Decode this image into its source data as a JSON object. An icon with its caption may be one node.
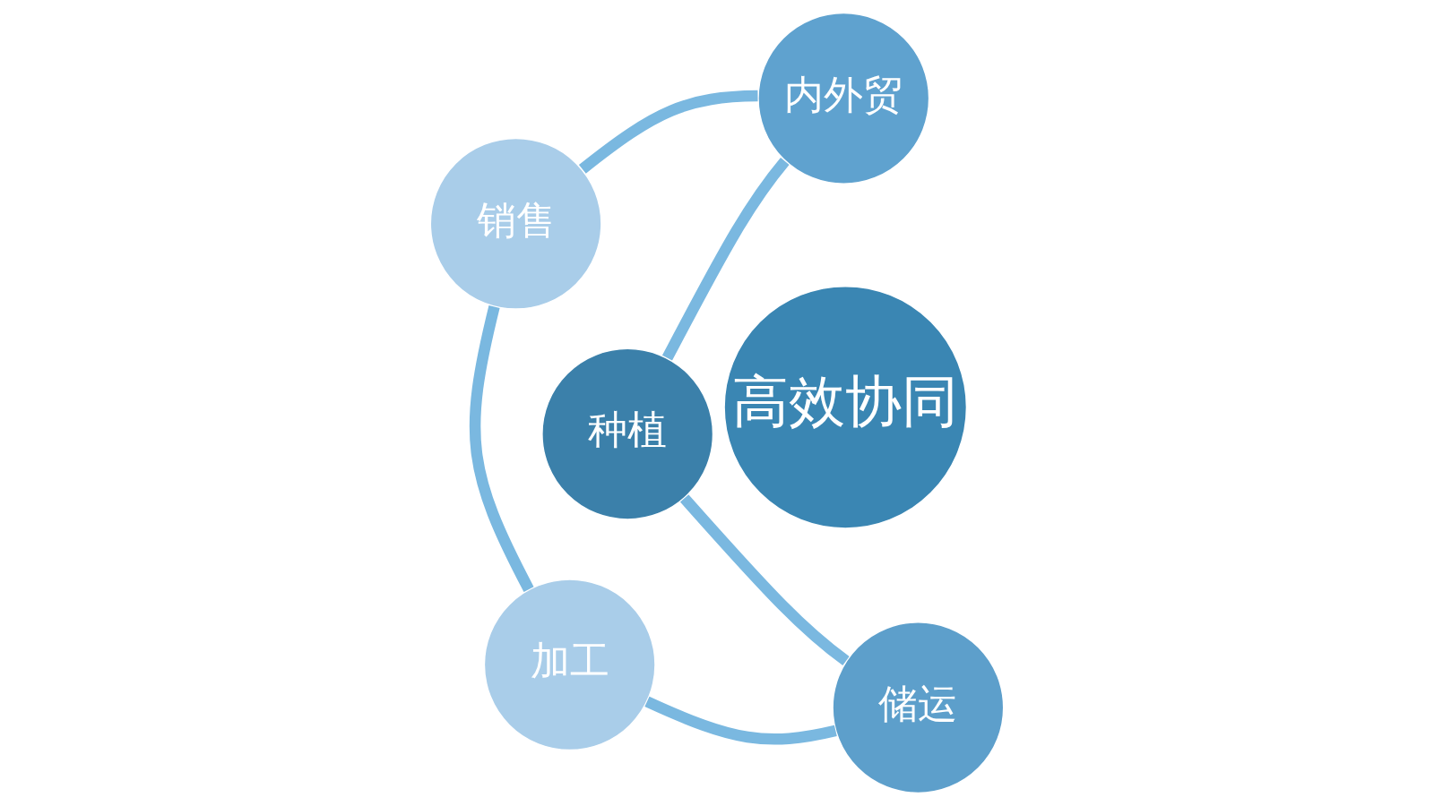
{
  "diagram": {
    "nodes": [
      {
        "text": [
          "种植"
        ]
      },
      {
        "text": [
          "储运"
        ]
      },
      {
        "text": [
          "加工"
        ]
      },
      {
        "text": [
          "销售"
        ]
      },
      {
        "text": [
          "内外贸"
        ]
      },
      {
        "text": [
          "高效协同"
        ]
      }
    ],
    "edges": [
      {
        "from": 0,
        "to": 1,
        "arrow": "none"
      },
      {
        "from": 1,
        "to": 2,
        "arrow": "none"
      },
      {
        "from": 2,
        "to": 3,
        "arrow": "none"
      },
      {
        "from": 3,
        "to": 4,
        "arrow": "none"
      },
      {
        "from": 4,
        "to": 0,
        "arrow": "none"
      }
    ]
  }
}
